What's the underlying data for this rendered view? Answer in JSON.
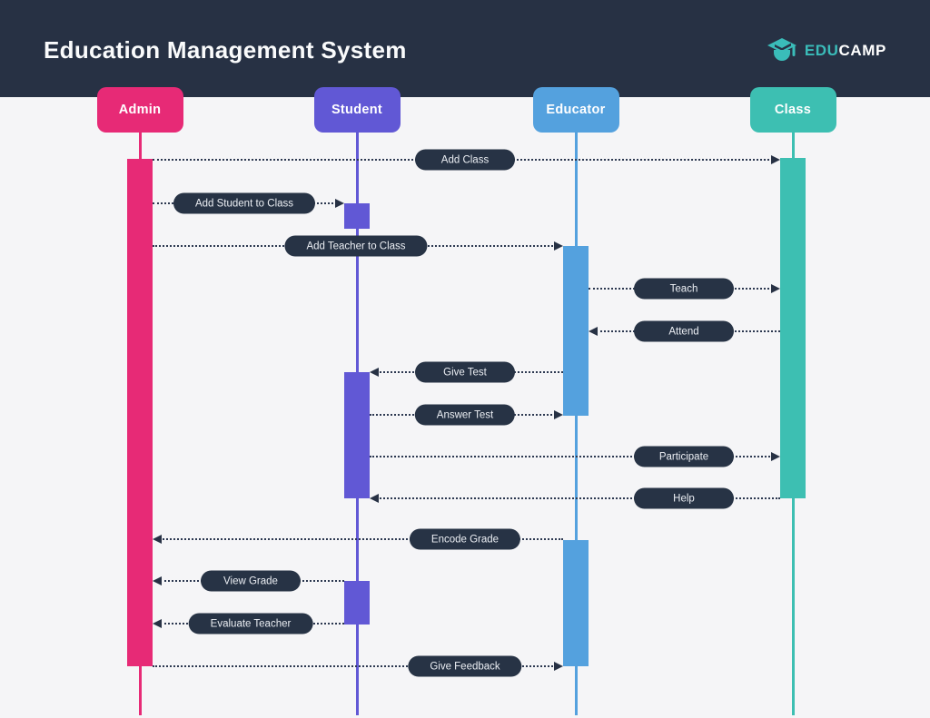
{
  "header": {
    "title": "Education Management System",
    "logo": {
      "edu": "EDU",
      "camp": "CAMP"
    }
  },
  "colors": {
    "header_bg": "#273144",
    "canvas_bg": "#F5F5F7",
    "pill_bg": "#273345",
    "pill_text": "#ECEFF4",
    "logo_teal": "#3ABCB9",
    "admin": "#E72A76",
    "student": "#6158D5",
    "educator": "#54A1DE",
    "class": "#3DBFB2"
  },
  "actors": [
    {
      "id": "admin",
      "label": "Admin",
      "color": "#E72A76"
    },
    {
      "id": "student",
      "label": "Student",
      "color": "#6158D5"
    },
    {
      "id": "educator",
      "label": "Educator",
      "color": "#54A1DE"
    },
    {
      "id": "class",
      "label": "Class",
      "color": "#3DBFB2"
    }
  ],
  "messages": [
    {
      "label": "Add Class",
      "from": "admin",
      "to": "class"
    },
    {
      "label": "Add Student to Class",
      "from": "admin",
      "to": "student"
    },
    {
      "label": "Add Teacher to Class",
      "from": "admin",
      "to": "educator"
    },
    {
      "label": "Teach",
      "from": "educator",
      "to": "class"
    },
    {
      "label": "Attend",
      "from": "class",
      "to": "educator"
    },
    {
      "label": "Give Test",
      "from": "educator",
      "to": "student"
    },
    {
      "label": "Answer Test",
      "from": "student",
      "to": "educator"
    },
    {
      "label": "Participate",
      "from": "student",
      "to": "class"
    },
    {
      "label": "Help",
      "from": "class",
      "to": "student"
    },
    {
      "label": "Encode Grade",
      "from": "educator",
      "to": "admin"
    },
    {
      "label": "View Grade",
      "from": "student",
      "to": "admin"
    },
    {
      "label": "Evaluate Teacher",
      "from": "student",
      "to": "admin"
    },
    {
      "label": "Give Feedback",
      "from": "admin",
      "to": "educator"
    }
  ]
}
